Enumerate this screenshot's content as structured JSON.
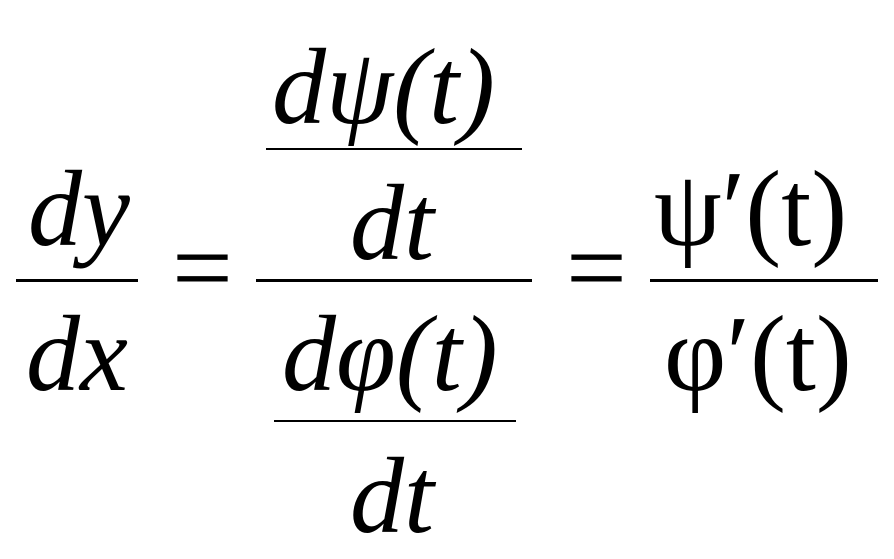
{
  "equation": {
    "lhs": {
      "numerator": "dy",
      "denominator": "dx"
    },
    "equals_1": "=",
    "middle": {
      "top_fraction": {
        "numerator": "dψ(t)",
        "denominator": "dt"
      },
      "bottom_fraction": {
        "numerator": "dφ(t)",
        "denominator": "dt"
      }
    },
    "equals_2": "=",
    "rhs": {
      "numerator": "ψ′(t)",
      "denominator": "φ′(t)"
    }
  }
}
